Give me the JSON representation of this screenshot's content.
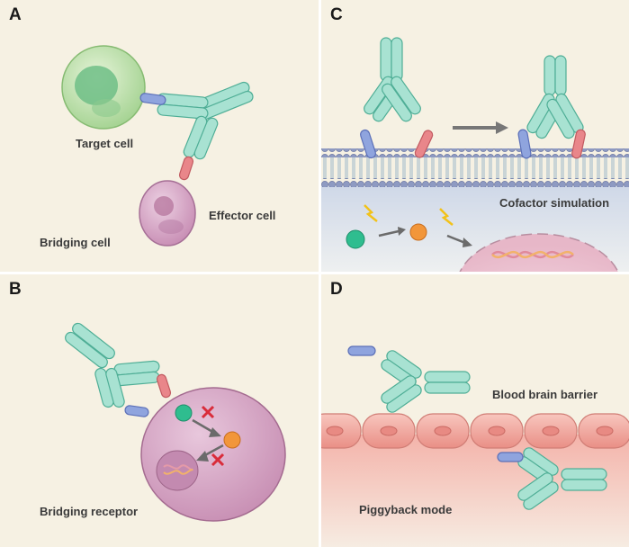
{
  "panels": {
    "a": {
      "letter": "A",
      "target_cell": "Target cell",
      "effector_cell": "Effector cell",
      "caption": "Bridging cell"
    },
    "b": {
      "letter": "B",
      "caption": "Bridging receptor"
    },
    "c": {
      "letter": "C",
      "caption": "Cofactor simulation"
    },
    "d": {
      "letter": "D",
      "barrier": "Blood brain barrier",
      "caption": "Piggyback mode"
    }
  },
  "colors": {
    "background": "#f6f1e3",
    "antibody": "#a8e2d2",
    "antibody_stroke": "#4fae96",
    "target_cell": "#b9dfa6",
    "effector_cell": "#d7a6c8",
    "binder_blue": "#8fa4de",
    "binder_red": "#e9868a",
    "inhibition_mark": "#d92c3a",
    "signal_green": "#2fbd8f",
    "signal_orange": "#f2963a",
    "endothelial_cell": "#f2a8a0"
  }
}
